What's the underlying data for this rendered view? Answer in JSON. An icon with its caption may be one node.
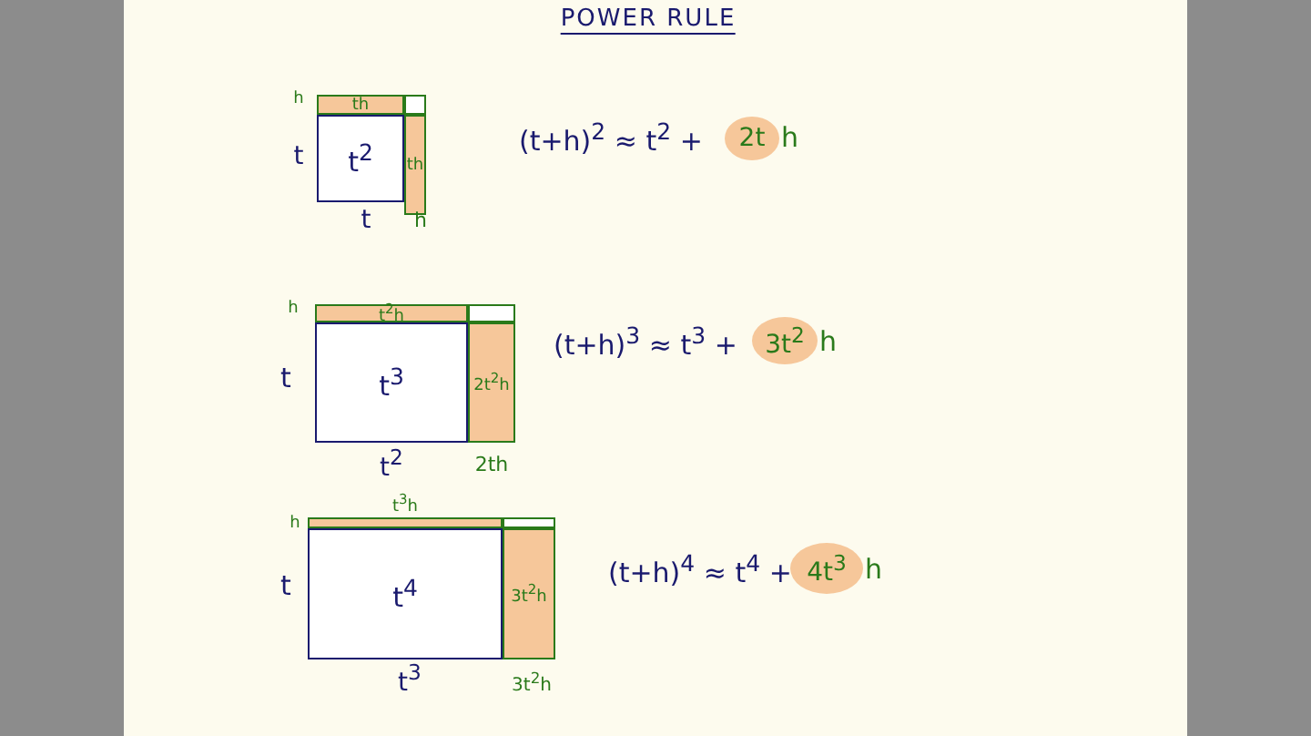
{
  "diagram": {
    "title": "POWER RULE",
    "nodes": [
      {
        "text": [
          "t$^{2}$"
        ]
      },
      {
        "text": [
          "th"
        ]
      },
      {
        "text": [
          "th"
        ]
      },
      {
        "text": [],
        "shape": "box"
      },
      {
        "text": [
          "2t"
        ]
      },
      {
        "text": [
          "t$^{3}$"
        ]
      },
      {
        "text": [
          "t$^{2}$h"
        ]
      },
      {
        "text": [
          "2t$^{2}$h"
        ]
      },
      {
        "text": [],
        "shape": "box"
      },
      {
        "text": [
          "3t$^{2}$"
        ]
      },
      {
        "text": [
          "t$^{4}$"
        ]
      },
      {
        "text": [],
        "shape": "bar",
        "beside": [
          "t$^{3}$h"
        ]
      },
      {
        "text": [
          "3t$^{2}$h"
        ]
      },
      {
        "text": [],
        "shape": "box"
      },
      {
        "text": [
          "4t$^{3}$"
        ]
      }
    ],
    "labels": [
      "h",
      "t",
      "t",
      "h",
      "(t+h)$^{2}$ ≈ t$^{2}$ +",
      "h",
      "h",
      "t",
      "t$^{2}$",
      "2th",
      "(t+h)$^{3}$ ≈ t$^{3}$ +",
      "h",
      "h",
      "t",
      "t$^{3}$",
      "3t$^{2}$h",
      "(t+h)$^{4}$ ≈ t$^{4}$ +",
      "h"
    ]
  }
}
